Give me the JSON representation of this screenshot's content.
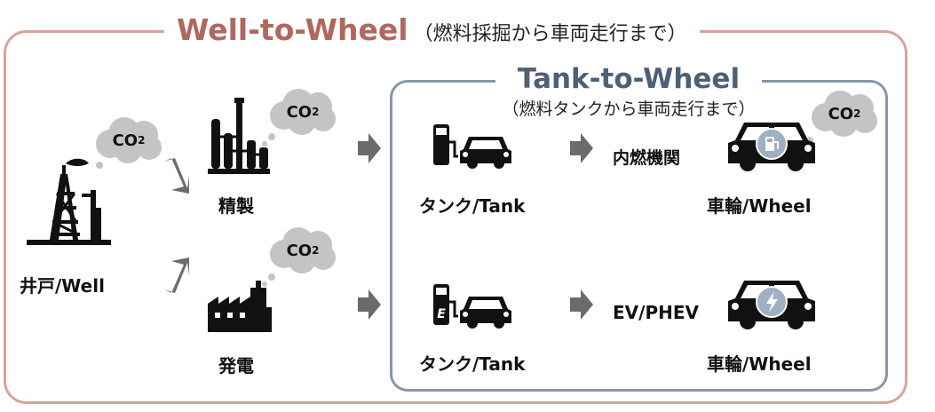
{
  "title": {
    "main": "Well-to-Wheel",
    "main_note": "（燃料採掘から車両走行まで）",
    "inner": "Tank-to-Wheel",
    "inner_note": "（燃料タンクから車両走行まで）"
  },
  "nodes": {
    "well": "井戸/Well",
    "refinery": "精製",
    "power": "発電",
    "tank_top": "タンク/Tank",
    "tank_bottom": "タンク/Tank",
    "engine": "内燃機関",
    "ev": "EV/PHEV",
    "wheel_top": "車輪/Wheel",
    "wheel_bottom": "車輪/Wheel"
  },
  "co2": {
    "main": "CO",
    "sub": "2"
  },
  "colors": {
    "outer_frame": "#d7a49a",
    "inner_frame": "#8797a9",
    "main_title": "#b0675e",
    "inner_title": "#4e6076",
    "cloud": "#c4c4c4",
    "arrow": "#6b6b6b"
  },
  "icons": {
    "well": "oil-derrick-icon",
    "refinery": "refinery-icon",
    "power": "factory-icon",
    "fuel_pump": "fuel-pump-icon",
    "charger": "charging-station-icon",
    "car": "car-icon",
    "arrow": "arrow-right-icon"
  }
}
